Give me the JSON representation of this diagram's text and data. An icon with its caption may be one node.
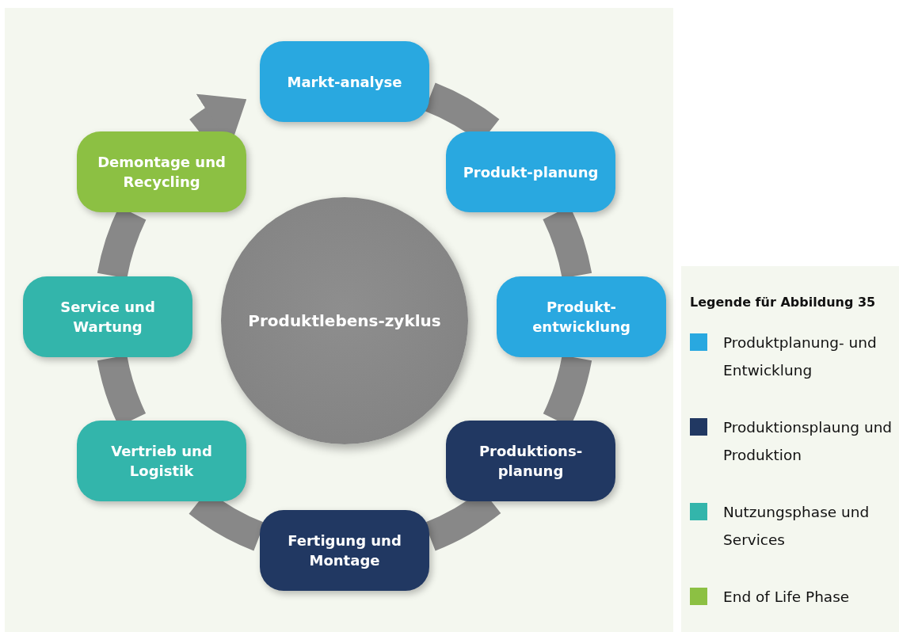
{
  "diagram": {
    "nodes": [
      {
        "text": [
          "Markt-analyse"
        ]
      },
      {
        "text": [
          "Produkt-planung"
        ]
      },
      {
        "text": [
          "Produkt-entwicklung"
        ]
      },
      {
        "text": [
          "Produktions-planung"
        ]
      },
      {
        "text": [
          "Fertigung und Montage"
        ]
      },
      {
        "text": [
          "Vertrieb und Logistik"
        ]
      },
      {
        "text": [
          "Service und Wartung"
        ]
      },
      {
        "text": [
          "Demontage und Recycling"
        ]
      },
      {
        "text": [
          "Produktlebens-zyklus"
        ]
      }
    ],
    "edges": [
      {
        "from": 0,
        "to": 1,
        "arrow": "none"
      },
      {
        "from": 1,
        "to": 2,
        "arrow": "none"
      },
      {
        "from": 2,
        "to": 3,
        "arrow": "none"
      },
      {
        "from": 3,
        "to": 4,
        "arrow": "none"
      },
      {
        "from": 4,
        "to": 5,
        "arrow": "none"
      },
      {
        "from": 5,
        "to": 6,
        "arrow": "none"
      },
      {
        "from": 6,
        "to": 7,
        "arrow": "none"
      },
      {
        "from": 7,
        "to": 0,
        "arrow": "to"
      }
    ],
    "labels": [
      "Legende für Abbildung 35"
    ],
    "legend": [
      {
        "text": "Produktplanung- und Entwicklung",
        "color": "#29a8e0"
      },
      {
        "text": "Produktionsplaung und Produktion",
        "color": "#213862"
      },
      {
        "text": "Nutzungsphase und Services",
        "color": "#33b5ab"
      },
      {
        "text": "End of Life Phase",
        "color": "#8cc043"
      }
    ]
  }
}
